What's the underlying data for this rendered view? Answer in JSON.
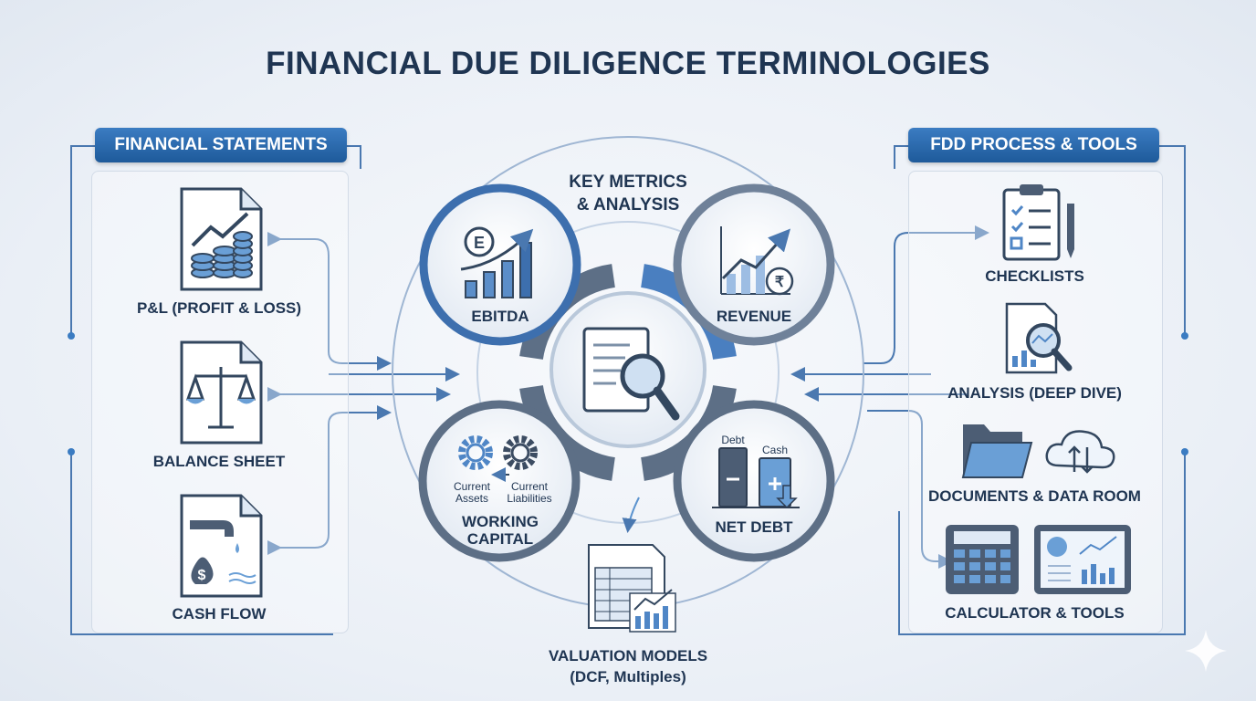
{
  "title": "FINANCIAL DUE DILIGENCE TERMINOLOGIES",
  "left_panel": {
    "header": "FINANCIAL STATEMENTS",
    "items": [
      {
        "label": "P&L (PROFIT & LOSS)",
        "icon": "profit-loss-document-icon"
      },
      {
        "label": "BALANCE SHEET",
        "icon": "balance-scale-document-icon"
      },
      {
        "label": "CASH FLOW",
        "icon": "cash-flow-document-icon"
      }
    ]
  },
  "center": {
    "heading_line1": "KEY METRICS",
    "heading_line2": "& ANALYSIS",
    "metrics": [
      {
        "label": "EBITDA",
        "icon": "ebitda-chart-icon",
        "symbol": "E"
      },
      {
        "label": "REVENUE",
        "icon": "revenue-chart-icon",
        "symbol": "₹"
      },
      {
        "label_line1": "WORKING",
        "label_line2": "CAPITAL",
        "icon": "gears-icon",
        "sub_left_1": "Current",
        "sub_left_2": "Assets",
        "sub_right_1": "Current",
        "sub_right_2": "Liabilities"
      },
      {
        "label": "NET DEBT",
        "icon": "net-debt-icon",
        "bar_left": "Debt",
        "bar_right": "Cash"
      }
    ],
    "valuation_line1": "VALUATION MODELS",
    "valuation_line2": "(DCF, Multiples)"
  },
  "right_panel": {
    "header": "FDD PROCESS & TOOLS",
    "items": [
      {
        "label": "CHECKLISTS",
        "icon": "clipboard-checklist-icon"
      },
      {
        "label": "ANALYSIS (DEEP DIVE)",
        "icon": "magnifier-report-icon"
      },
      {
        "label": "DOCUMENTS & DATA ROOM",
        "icon": "folder-cloud-icon"
      },
      {
        "label": "CALCULATOR & TOOLS",
        "icon": "calculator-tablet-icon"
      }
    ]
  },
  "colors": {
    "navy": "#1f3552",
    "accent": "#2f6db0",
    "light_blue": "#5b93cf"
  }
}
